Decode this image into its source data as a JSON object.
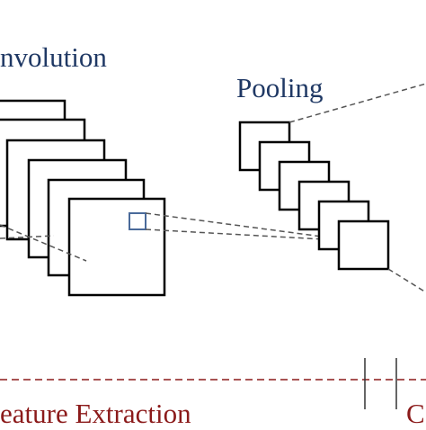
{
  "labels": {
    "convolution": "nvolution",
    "pooling": "Pooling",
    "feature_extraction": "eature Extraction",
    "cut_off_right": "C"
  },
  "colors": {
    "label_blue": "#1f3864",
    "label_red": "#8b1a1a",
    "frame_stroke": "#000000",
    "receptive_field_stroke": "#4a6a9a",
    "dashed_connector": "#555555",
    "red_dashed_line": "#8b1a1a"
  },
  "diagram": {
    "convolution_feature_maps": 6,
    "pooling_feature_maps": 6
  }
}
